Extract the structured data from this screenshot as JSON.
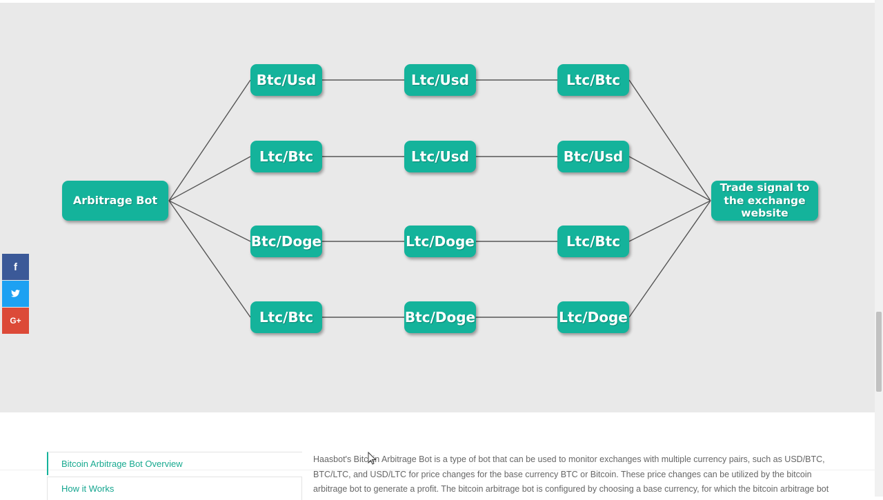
{
  "diagram": {
    "source": "Arbitrage Bot",
    "target": "Trade signal to the exchange website",
    "routes": [
      [
        "Btc/Usd",
        "Ltc/Usd",
        "Ltc/Btc"
      ],
      [
        "Ltc/Btc",
        "Ltc/Usd",
        "Btc/Usd"
      ],
      [
        "Btc/Doge",
        "Ltc/Doge",
        "Ltc/Btc"
      ],
      [
        "Ltc/Btc",
        "Btc/Doge",
        "Ltc/Doge"
      ]
    ],
    "node_color": "#14b39b",
    "edge_color": "#555555"
  },
  "share": [
    {
      "icon": "facebook-icon",
      "glyph": "f",
      "color": "#3b5998"
    },
    {
      "icon": "twitter-icon",
      "glyph": "🐦",
      "color": "#1da1f2"
    },
    {
      "icon": "google-plus-icon",
      "glyph": "G+",
      "color": "#dc4a38"
    }
  ],
  "toc": {
    "items": [
      "Bitcoin Arbitrage Bot Overview",
      "How it Works"
    ]
  },
  "article": {
    "lines": [
      "Haasbot's Bitcoin Arbitrage Bot is a type of bot that can be used to monitor exchanges with multiple currency pairs, such as USD/BTC,",
      "BTC/LTC, and USD/LTC for price changes for the base currency BTC or Bitcoin. These price changes can be utilized by the bitcoin",
      "arbitrage bot to generate a profit. The bitcoin arbitrage bot is configured by choosing a base currency, for which the bitcoin arbitrage bot"
    ]
  }
}
